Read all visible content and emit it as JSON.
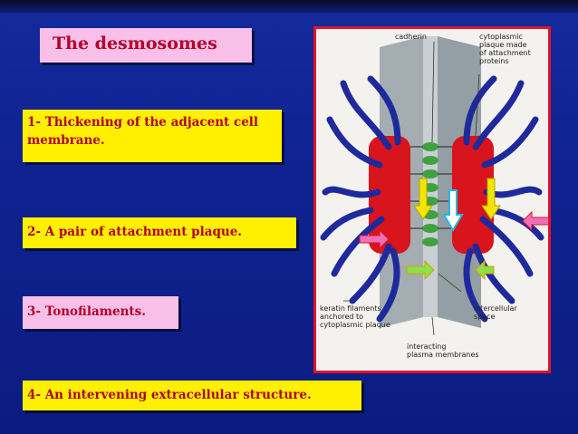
{
  "title": "The desmosomes",
  "points": [
    "1- Thickening of the adjacent cell membrane.",
    "2- A pair of attachment plaque.",
    "3- Tonofilaments.",
    "4- An intervening extracellular structure."
  ],
  "figure": {
    "labels": {
      "cadherin": "cadherin",
      "cytoplasmic_plaque": "cytoplasmic\nplaque made\nof attachment\nproteins",
      "keratin": "keratin filaments\nanchored to\ncytoplasmic plaque",
      "intercellular": "intercellular\nspace",
      "membranes": "interacting\nplasma membranes"
    },
    "colors": {
      "plaque": "#d8141c",
      "filaments": "#1e2a9c",
      "cadherin": "#3fa23f",
      "membrane": "#8e9aa0"
    }
  }
}
